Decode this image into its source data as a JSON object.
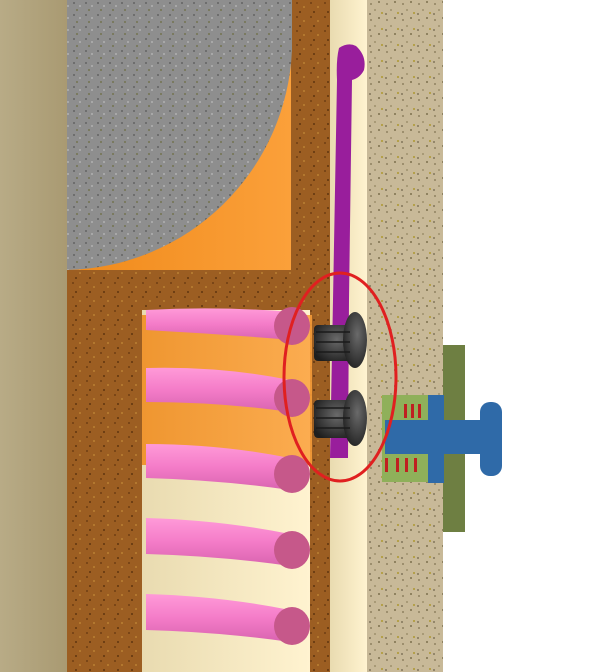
{
  "colors": {
    "background": "#ffffff",
    "left_wall": "#b5a782",
    "brown_fill": "#9c5e22",
    "orange_block": "#f08a1a",
    "gray_disc": "#8c8c8c",
    "pink_coils": "#f47cc8",
    "pink_coil_ends": "#c6588a",
    "cream_panel": "#fbecc4",
    "purple_rod": "#991e9c",
    "dark_screws": "#3a3a3a",
    "speckled_wall": "#c8b998",
    "green_plate": "#6e7f42",
    "green_block": "#8fb05a",
    "blue_bolt": "#2f6aa8",
    "red_marks": "#c02020",
    "highlight_circle": "#e02020"
  },
  "icons": [
    "coil-spring",
    "screw",
    "bolt"
  ]
}
